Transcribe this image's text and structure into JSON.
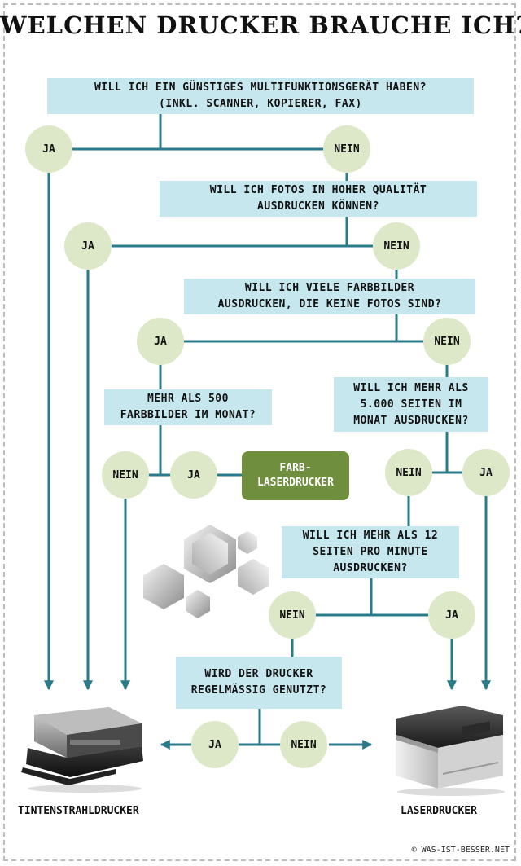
{
  "title": "WELCHEN DRUCKER BRAUCHE ICH?",
  "questions": {
    "q1": "WILL ICH EIN GÜNSTIGES MULTIFUNKTIONSGERÄT HABEN?\n(INKL. SCANNER, KOPIERER, FAX)",
    "q2": "WILL ICH FOTOS IN HOHER QUALITÄT\nAUSDRUCKEN KÖNNEN?",
    "q3": "WILL ICH VIELE FARBBILDER\nAUSDRUCKEN, DIE KEINE FOTOS SIND?",
    "q4": "MEHR ALS 500\nFARBBILDER IM MONAT?",
    "q5": "WILL ICH MEHR ALS\n5.000 SEITEN IM\nMONAT AUSDRUCKEN?",
    "q6": "WILL ICH MEHR ALS 12\nSEITEN PRO MINUTE\nAUSDRUCKEN?",
    "q7": "WIRD DER DRUCKER\nREGELMÄSSIG GENUTZT?"
  },
  "answers": {
    "yes": "JA",
    "no": "NEIN"
  },
  "results": {
    "color_laser": "FARB-\nLASERDRUCKER",
    "inkjet": "TINTENSTRAHLDRUCKER",
    "laser": "LASERDRUCKER"
  },
  "copyright": "© WAS-IST-BESSER.NET",
  "colors": {
    "question_box": "#c6e7ee",
    "answer_circle": "#dde8c8",
    "connector": "#2a7a8a",
    "result_box": "#6f8f3f"
  },
  "icons": {
    "inkjet": "inkjet-printer-icon",
    "laser": "laser-printer-icon",
    "decoration": "hexagon-cluster-icon"
  }
}
